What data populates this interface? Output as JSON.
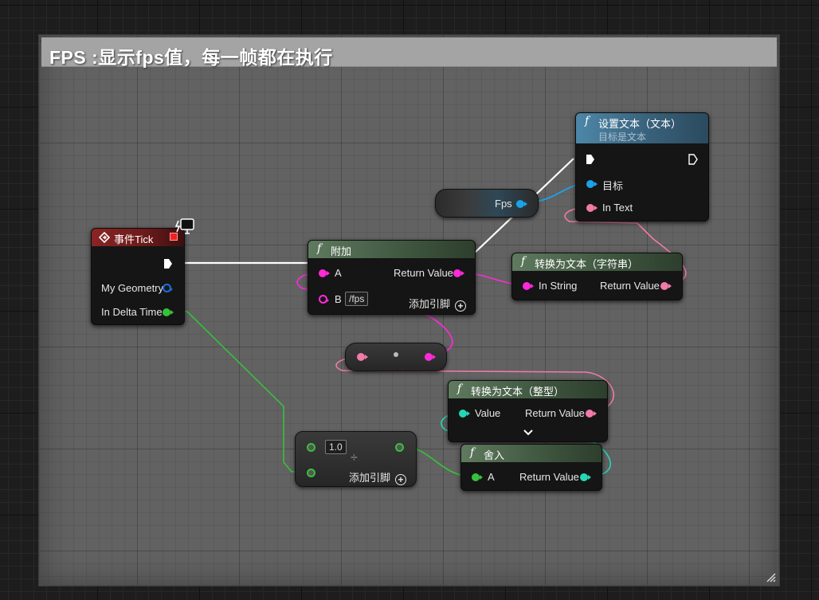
{
  "comment": {
    "title": "FPS :显示fps值，每一帧都在执行"
  },
  "event_tick": {
    "title": "事件Tick",
    "pins": {
      "my_geometry": "My Geometry",
      "in_delta_time": "In Delta Time"
    }
  },
  "append_node": {
    "title": "附加",
    "pin_a": "A",
    "pin_b": "B",
    "pin_b_value": "/fps",
    "return_value": "Return Value",
    "add_pin": "添加引脚"
  },
  "set_text_node": {
    "title": "设置文本（文本）",
    "subtitle": "目标是文本",
    "target": "目标",
    "in_text": "In Text"
  },
  "fps_variable": {
    "label": "Fps"
  },
  "to_text_string_node": {
    "title": "转换为文本（字符串）",
    "in_string": "In String",
    "return_value": "Return Value"
  },
  "to_text_int_node": {
    "title": "转换为文本（整型）",
    "value": "Value",
    "return_value": "Return Value"
  },
  "round_node": {
    "title": "舍入",
    "pin_a": "A",
    "return_value": "Return Value"
  },
  "divide_node": {
    "value": "1.0",
    "symbol": "÷",
    "add_pin": "添加引脚"
  },
  "colors": {
    "exec": "#ffffff",
    "string": "#ff2ad8",
    "text": "#f07ba8",
    "object": "#1aa3e8",
    "float": "#35c23a",
    "integer": "#27d6b5"
  }
}
